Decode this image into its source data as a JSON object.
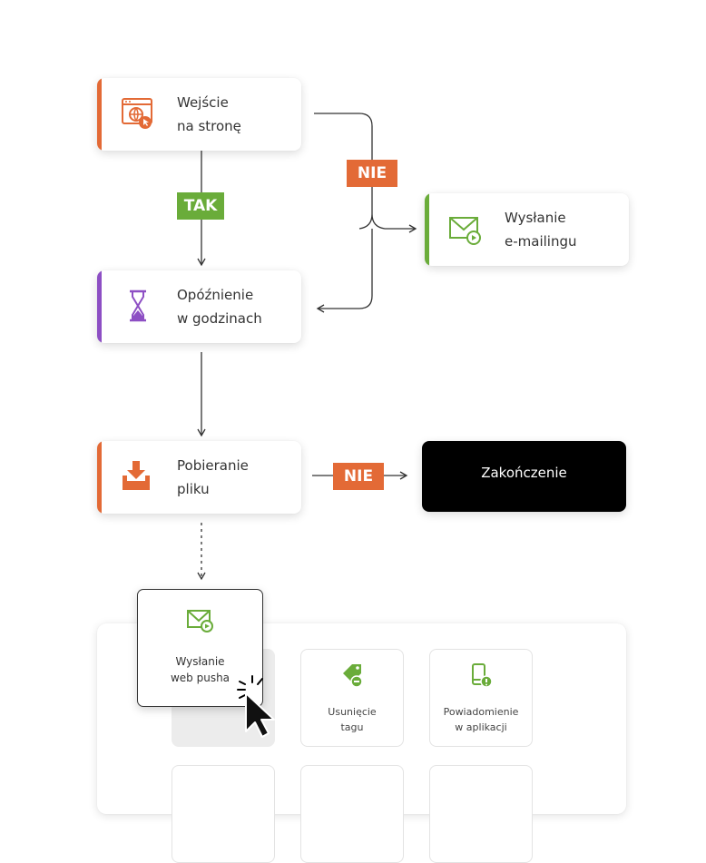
{
  "nodes": {
    "visit": {
      "line1": "Wejście",
      "line2": "na stronę"
    },
    "email": {
      "line1": "Wysłanie",
      "line2": "e-mailingu"
    },
    "delay": {
      "line1": "Opóźnienie",
      "line2": "w godzinach"
    },
    "download": {
      "line1": "Pobieranie",
      "line2": "pliku"
    },
    "end": {
      "label": "Zakończenie"
    }
  },
  "tags": {
    "tak": "TAK",
    "nie_top": "NIE",
    "nie_bottom": "NIE"
  },
  "dragged_card": {
    "line1": "Wysłanie",
    "line2": "web pusha"
  },
  "palette": {
    "tiles": [
      {
        "line1": "",
        "line2": ""
      },
      {
        "line1": "Usunięcie",
        "line2": "tagu"
      },
      {
        "line1": "Powiadomienie",
        "line2": "w aplikacji"
      }
    ]
  },
  "colors": {
    "orange": "#e36a36",
    "green": "#6aac3a",
    "purple": "#8d4fc4",
    "black": "#000000"
  },
  "icons": {
    "visit": "browser-globe-icon",
    "email": "envelope-play-icon",
    "delay": "hourglass-icon",
    "download": "download-tray-icon",
    "tag_remove": "tag-minus-icon",
    "app_notify": "phone-alert-icon",
    "cursor": "mouse-pointer-icon"
  }
}
